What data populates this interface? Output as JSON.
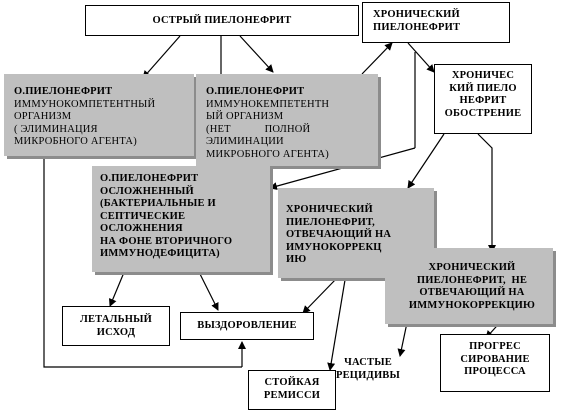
{
  "boxes": {
    "acute": "ОСТРЫЙ ПИЕЛОНЕФРИТ",
    "chronic": [
      "ХРОНИЧЕСКИЙ",
      "ПИЕЛОНЕФРИТ"
    ],
    "competent": {
      "title": "О.ПИЕЛОНЕФРИТ",
      "lines": [
        "ИММУНОКОМПЕТЕНТНЫЙ",
        "ОРГАНИЗМ",
        "( ЭЛИМИНАЦИЯ",
        "МИКРОБНОГО АГЕНТА)"
      ]
    },
    "incompetent": {
      "title": "О.ПИЕЛОНЕФРИТ",
      "lines": [
        "ИММУНОКЕМПЕТЕНТН",
        "ЫЙ  ОРГАНИЗМ",
        "(НЕТ            ПОЛНОЙ",
        "ЭЛИМИНАЦИИ",
        "МИКРОБНОГО АГЕНТА)"
      ]
    },
    "exacerbation": [
      "ХРОНИЧЕС",
      "КИЙ ПИЕЛО",
      "НЕФРИТ",
      "ОБОСТРЕНИЕ"
    ],
    "complicated": [
      "О.ПИЕЛОНЕФРИТ",
      "ОСЛОЖНЕННЫЙ",
      "(БАКТЕРИАЛЬНЫЕ И",
      "СЕПТИЧЕСКИЕ",
      "ОСЛОЖНЕНИЯ",
      "НА ФОНЕ ВТОРИЧНОГО",
      "ИММУНОДЕФИЦИТА)"
    ],
    "responding": [
      "ХРОНИЧЕСКИЙ",
      "ПИЕЛОНЕФРИТ,",
      "ОТВЕЧАЮЩИЙ НА",
      "ИМУНОКОРРЕКЦ",
      "ИЮ"
    ],
    "nonresponding": [
      "ХРОНИЧЕСКИЙ",
      "ПИЕЛОНЕФРИТ,  НЕ",
      "ОТВЕЧАЮЩИЙ НА",
      "ИММУНОКОРРЕКЦИЮ"
    ],
    "lethal": [
      "ЛЕТАЛЬНЫЙ",
      "ИСХОД"
    ],
    "recovery": "ВЫЗДОРОВЛЕНИЕ",
    "relapses": [
      "ЧАСТЫЕ",
      "РЕЦИДИВЫ"
    ],
    "progression": [
      "ПРОГРЕС",
      "СИРОВАНИЕ",
      "ПРОЦЕССА"
    ],
    "remission": [
      "СТОЙКАЯ",
      "РЕМИССИ"
    ]
  }
}
